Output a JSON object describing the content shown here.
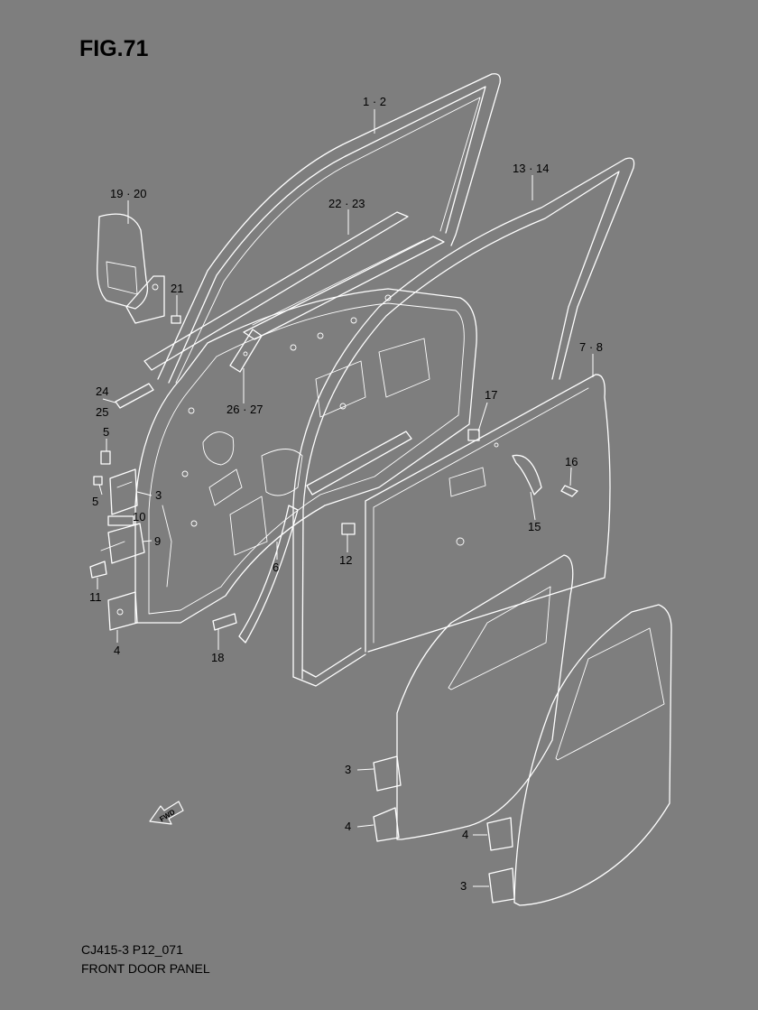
{
  "figure": {
    "title": "FIG.71"
  },
  "callouts": [
    {
      "id": "c-1-2",
      "text": "1 · 2"
    },
    {
      "id": "c-13-14",
      "text": "13 · 14"
    },
    {
      "id": "c-19-20",
      "text": "19 · 20"
    },
    {
      "id": "c-22-23",
      "text": "22 · 23"
    },
    {
      "id": "c-21",
      "text": "21"
    },
    {
      "id": "c-7-8",
      "text": "7 · 8"
    },
    {
      "id": "c-24",
      "text": "24"
    },
    {
      "id": "c-25",
      "text": "25"
    },
    {
      "id": "c-26-27",
      "text": "26 · 27"
    },
    {
      "id": "c-17",
      "text": "17"
    },
    {
      "id": "c-5a",
      "text": "5"
    },
    {
      "id": "c-5b",
      "text": "5"
    },
    {
      "id": "c-3a",
      "text": "3"
    },
    {
      "id": "c-16",
      "text": "16"
    },
    {
      "id": "c-10",
      "text": "10"
    },
    {
      "id": "c-9",
      "text": "9"
    },
    {
      "id": "c-15",
      "text": "15"
    },
    {
      "id": "c-12",
      "text": "12"
    },
    {
      "id": "c-6",
      "text": "6"
    },
    {
      "id": "c-11",
      "text": "11"
    },
    {
      "id": "c-4a",
      "text": "4"
    },
    {
      "id": "c-18",
      "text": "18"
    },
    {
      "id": "c-3b",
      "text": "3"
    },
    {
      "id": "c-4b",
      "text": "4"
    },
    {
      "id": "c-4c",
      "text": "4"
    },
    {
      "id": "c-3c",
      "text": "3"
    }
  ],
  "fwd_label": "FWD",
  "footer": {
    "code": "CJ415-3 P12_071",
    "caption": "FRONT DOOR PANEL"
  },
  "colors": {
    "background": "#7e7e7e",
    "linework": "#ffffff",
    "text": "#000000"
  }
}
